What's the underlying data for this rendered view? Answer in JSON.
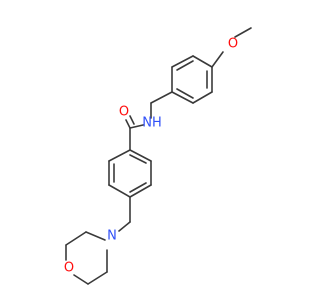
{
  "structure": {
    "atoms": [
      {
        "id": "o_methoxy",
        "symbol": "O",
        "color": "#ff0d0d"
      },
      {
        "id": "n_amide",
        "symbol": "NH",
        "color": "#3050f8"
      },
      {
        "id": "o_carbonyl",
        "symbol": "O",
        "color": "#ff0d0d"
      },
      {
        "id": "n_morpholine",
        "symbol": "N",
        "color": "#3050f8"
      },
      {
        "id": "o_morpholine",
        "symbol": "O",
        "color": "#ff0d0d"
      }
    ],
    "bond_color": "#3a3a3a"
  }
}
